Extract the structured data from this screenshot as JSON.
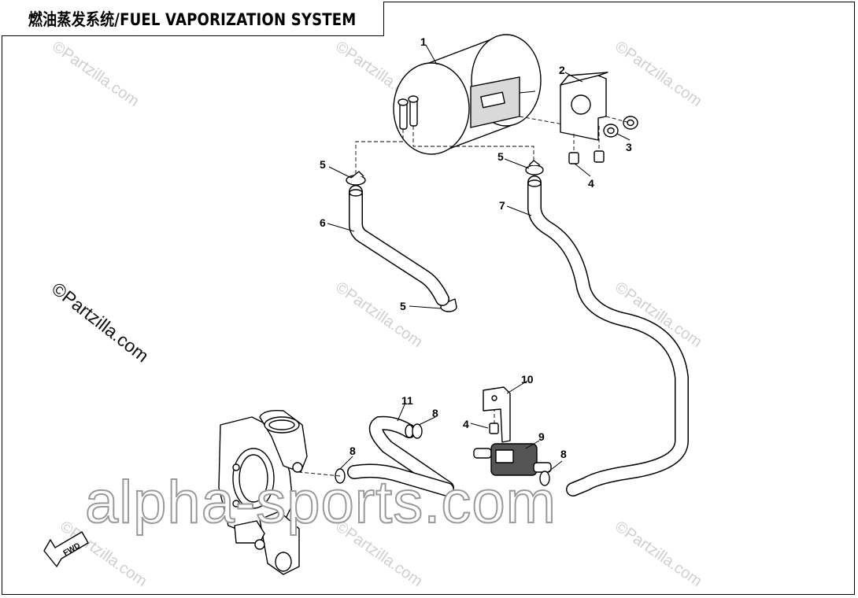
{
  "title": "燃油蒸发系统/FUEL VAPORIZATION SYSTEM",
  "callouts": {
    "c1": "1",
    "c2": "2",
    "c3": "3",
    "c4a": "4",
    "c4b": "4",
    "c5a": "5",
    "c5b": "5",
    "c5c": "5",
    "c6": "6",
    "c7": "7",
    "c8a": "8",
    "c8b": "8",
    "c8c": "8",
    "c9": "9",
    "c10": "10",
    "c11": "11"
  },
  "fwd_label": "FWD",
  "watermarks": {
    "tile": "©Partzilla.com",
    "prominent": "©Partzilla.com",
    "brand": "alpha-sports.com"
  }
}
